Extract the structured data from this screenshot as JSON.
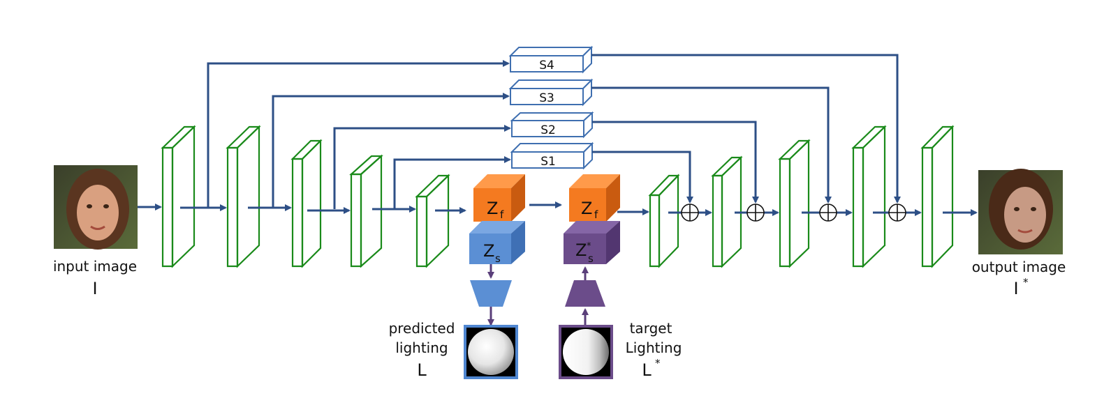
{
  "input": {
    "label": "input image",
    "symbol": "I"
  },
  "output": {
    "label": "output image",
    "symbol": "I",
    "symbol_sup": "*"
  },
  "skips": [
    {
      "label": "S1"
    },
    {
      "label": "S2"
    },
    {
      "label": "S3"
    },
    {
      "label": "S4"
    }
  ],
  "latent": {
    "zf_main": "Z",
    "zf_sub": "f",
    "zs_main": "Z",
    "zs_sub": "s",
    "zs_target_main": "Z",
    "zs_target_sup": "*",
    "zs_target_sub": "s"
  },
  "predicted": {
    "line1": "predicted",
    "line2": "lighting",
    "symbol": "L"
  },
  "target": {
    "line1": "target",
    "line2": "Lighting",
    "symbol": "L",
    "symbol_sup": "*"
  },
  "colors": {
    "encoder_green": "#1a8a1a",
    "arrow_blue": "#2d4f86",
    "skip_blue": "#3f6fb0",
    "feature_orange": "#f47a20",
    "light_blue": "#5b8fd4",
    "purple": "#6b4c8a"
  }
}
